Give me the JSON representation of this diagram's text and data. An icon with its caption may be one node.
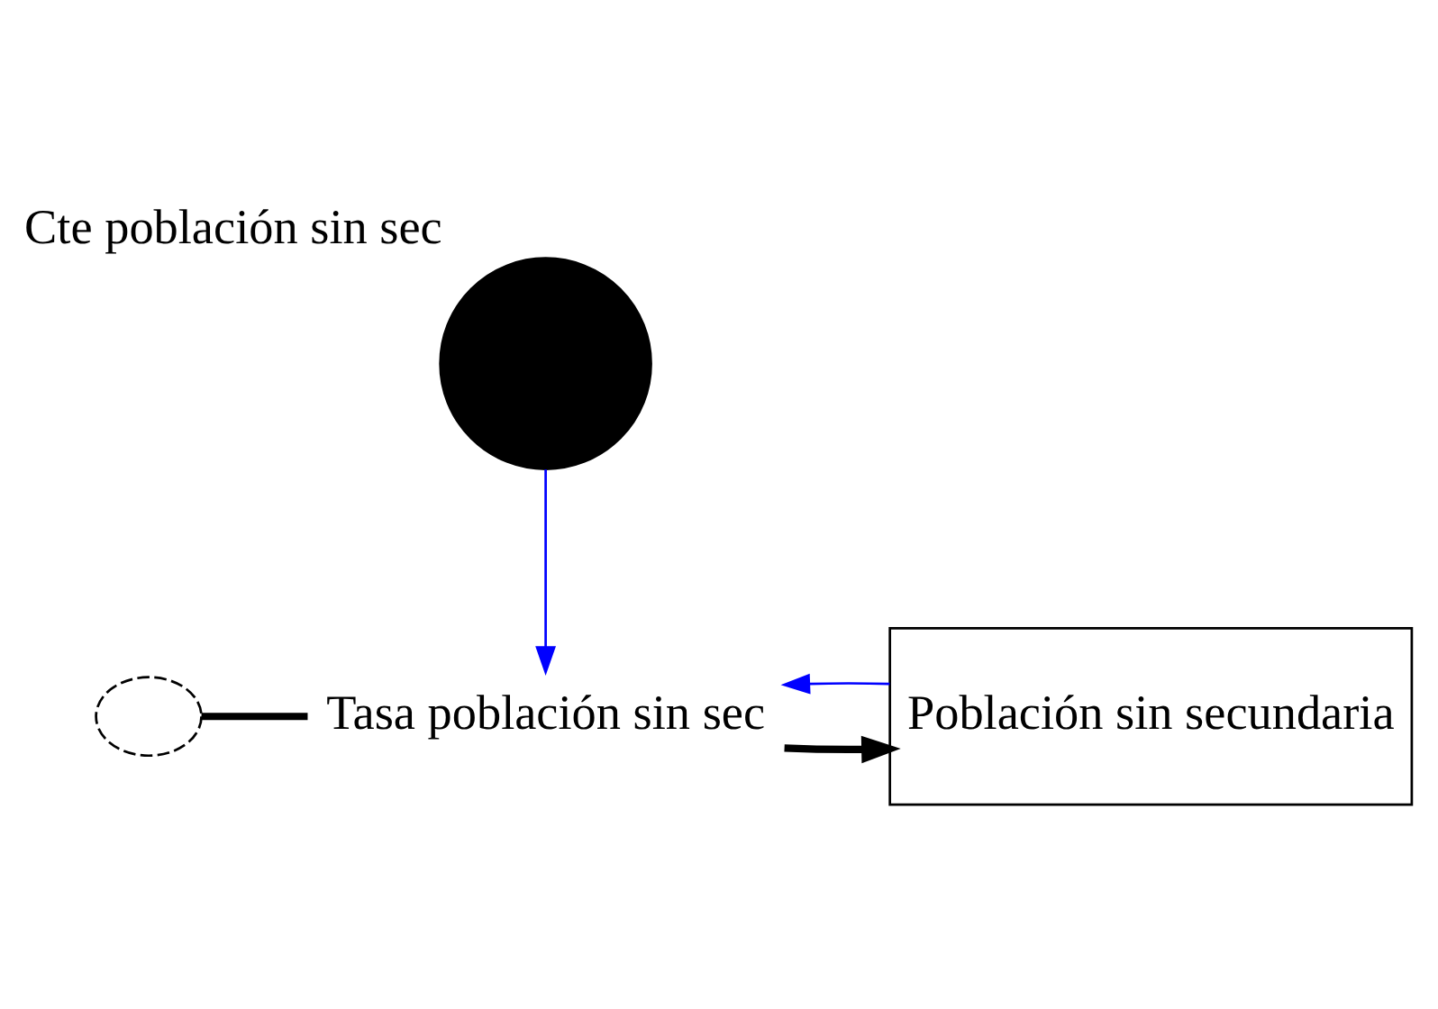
{
  "diagram": {
    "nodes": [
      {
        "text": [
          "Cte población sin sec"
        ]
      },
      {
        "text": [],
        "shape": "cloud"
      },
      {
        "text": [
          "Tasa población sin sec"
        ]
      },
      {
        "text": [
          "Población sin secundaria"
        ]
      }
    ],
    "edges": [
      {
        "from": 0,
        "to": 2,
        "arrow": "to",
        "color": "#0000ff"
      },
      {
        "from": 1,
        "to": 2,
        "arrow": "none",
        "style": "thick",
        "color": "#000000"
      },
      {
        "from": 2,
        "to": 3,
        "arrow": "to",
        "style": "thick",
        "color": "#000000"
      },
      {
        "from": 3,
        "to": 2,
        "arrow": "to",
        "color": "#0000ff"
      }
    ]
  }
}
